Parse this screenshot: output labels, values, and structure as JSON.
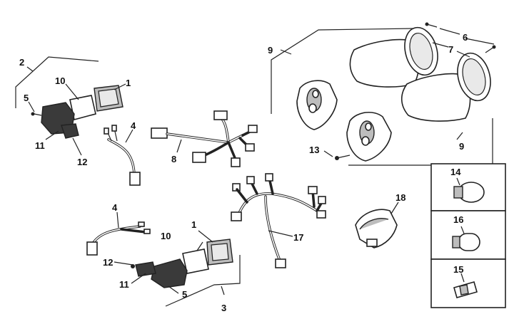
{
  "callouts": {
    "c1_top": "1",
    "c2": "2",
    "c3": "3",
    "c4_top": "4",
    "c4_bottom": "4",
    "c5_top": "5",
    "c5_bottom": "5",
    "c6": "6",
    "c7": "7",
    "c8": "8",
    "c9_top": "9",
    "c9_bottom": "9",
    "c10_top": "10",
    "c10_bottom": "10",
    "c1_bottom": "1",
    "c11_top": "11",
    "c11_bottom": "11",
    "c12_top": "12",
    "c12_bottom": "12",
    "c13": "13",
    "c14": "14",
    "c15": "15",
    "c16": "16",
    "c17": "17",
    "c18": "18"
  }
}
